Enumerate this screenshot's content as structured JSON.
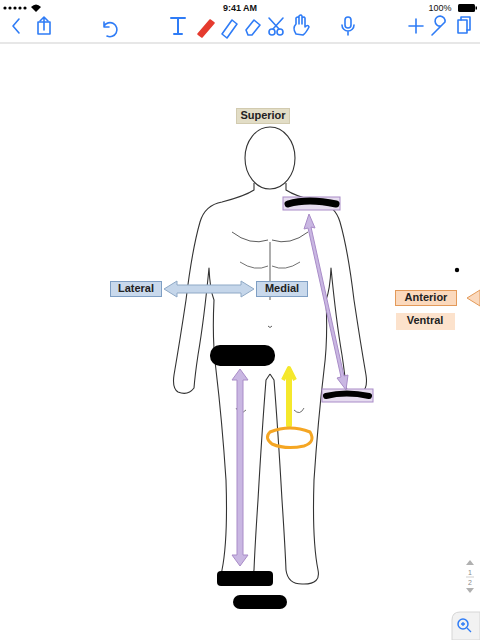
{
  "diagram": {
    "nodes": [
      {
        "text": [
          "Superior"
        ]
      },
      {
        "text": [
          "Lateral"
        ]
      },
      {
        "text": [
          "Medial"
        ]
      },
      {
        "text": [
          "Anterior"
        ]
      },
      {
        "text": [
          "Ventral"
        ]
      }
    ],
    "edges": [
      {
        "from": 1,
        "to": 2,
        "arrow": "both"
      }
    ],
    "labels": [
      "9:41 AM",
      "100%",
      "1",
      "2"
    ]
  }
}
